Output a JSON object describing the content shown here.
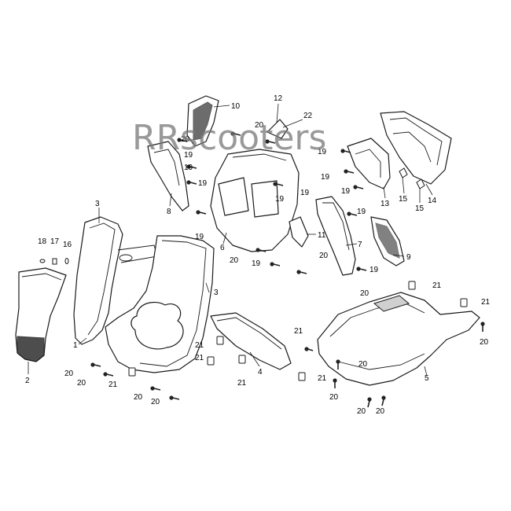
{
  "watermark": "RRscooters",
  "callouts": {
    "c1": "1",
    "c2": "2",
    "c3a": "3",
    "c3b": "3",
    "c4": "4",
    "c5": "5",
    "c6": "6",
    "c7": "7",
    "c8": "8",
    "c9": "9",
    "c10": "10",
    "c11": "11",
    "c12": "12",
    "c13": "13",
    "c14": "14",
    "c15a": "15",
    "c15b": "15",
    "c16": "16",
    "c17": "17",
    "c18": "18",
    "c19a": "19",
    "c19b": "19",
    "c19c": "19",
    "c19d": "19",
    "c19e": "19",
    "c19f": "19",
    "c19g": "19",
    "c19h": "19",
    "c19i": "19",
    "c19j": "19",
    "c19k": "19",
    "c19l": "19",
    "c20a": "20",
    "c20b": "20",
    "c20c": "20",
    "c20d": "20",
    "c20e": "20",
    "c20f": "20",
    "c20g": "20",
    "c20h": "20",
    "c20i": "20",
    "c20j": "20",
    "c20k": "20",
    "c20l": "20",
    "c20m": "20",
    "c20n": "20",
    "c21a": "21",
    "c21b": "21",
    "c21c": "21",
    "c21d": "21",
    "c21e": "21",
    "c21f": "21",
    "c21g": "21",
    "c22": "22"
  }
}
